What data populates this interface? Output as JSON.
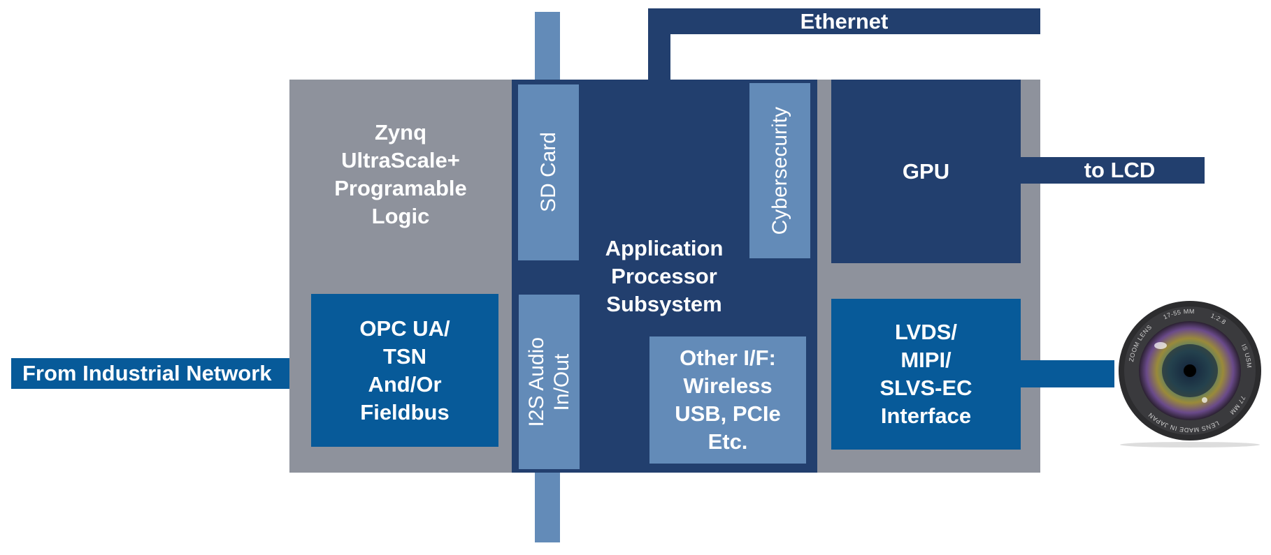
{
  "colors": {
    "programmable_logic": "#8e929c",
    "processor": "#223f6e",
    "peripheral": "#638bb8",
    "interface": "#075a99"
  },
  "blocks": {
    "zynq": "Zynq UltraScale+ Programable Logic",
    "zynq_lines": [
      "Zynq",
      "UltraScale+",
      "Programable",
      "Logic"
    ],
    "apu_lines": [
      "Application",
      "Processor",
      "Subsystem"
    ],
    "sd_card": "SD Card",
    "cybersecurity": "Cybersecurity",
    "i2s_lines": [
      "I2S Audio",
      "In/Out"
    ],
    "other_if_lines": [
      "Other I/F:",
      "Wireless",
      "USB, PCIe",
      "Etc."
    ],
    "opc_lines": [
      "OPC UA/",
      "TSN",
      "And/Or",
      "Fieldbus"
    ],
    "gpu": "GPU",
    "lvds_lines": [
      "LVDS/",
      "MIPI/",
      "SLVS-EC",
      "Interface"
    ]
  },
  "connections": {
    "ethernet": "Ethernet",
    "to_lcd": "to LCD",
    "industrial": "From Industrial Network"
  },
  "camera": {
    "icon": "camera-lens-icon",
    "labels": [
      "17-55 MM",
      "1:2.8",
      "IS USM",
      "ZOOM LENS",
      "LENS MADE IN JAPAN",
      "77 MM"
    ]
  }
}
